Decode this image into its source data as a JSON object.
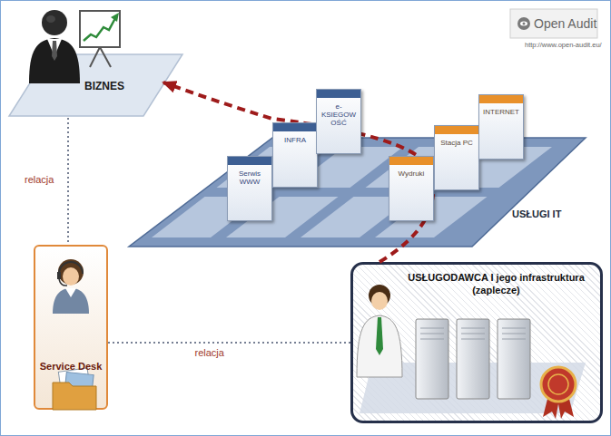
{
  "diagram": {
    "nodes": [
      {
        "text": [
          "BIZNES"
        ]
      },
      {
        "text": [
          "USŁUGI IT"
        ]
      },
      {
        "text": [
          "Serwis WWW"
        ],
        "in": 1
      },
      {
        "text": [
          "INFRA"
        ],
        "in": 1
      },
      {
        "text": [
          "e- KSIEGOW OŚĆ"
        ],
        "in": 1
      },
      {
        "text": [
          "Wydruki"
        ],
        "in": 1
      },
      {
        "text": [
          "Stacja PC"
        ],
        "in": 1
      },
      {
        "text": [
          "INTERNET"
        ],
        "in": 1
      },
      {
        "text": [
          "Service Desk"
        ]
      },
      {
        "text": [
          "USŁUGODAWCA I jego infrastruktura (zaplecze)"
        ]
      }
    ],
    "edges": [
      {
        "from": 0,
        "to": 8,
        "label": "relacja",
        "arrow": "none"
      },
      {
        "from": 8,
        "to": 9,
        "label": "relacja",
        "arrow": "none"
      },
      {
        "from": 9,
        "to": 0,
        "arrow": "to"
      }
    ],
    "labels": [
      "Open Audit",
      "http://www.open-audit.eu/"
    ]
  }
}
